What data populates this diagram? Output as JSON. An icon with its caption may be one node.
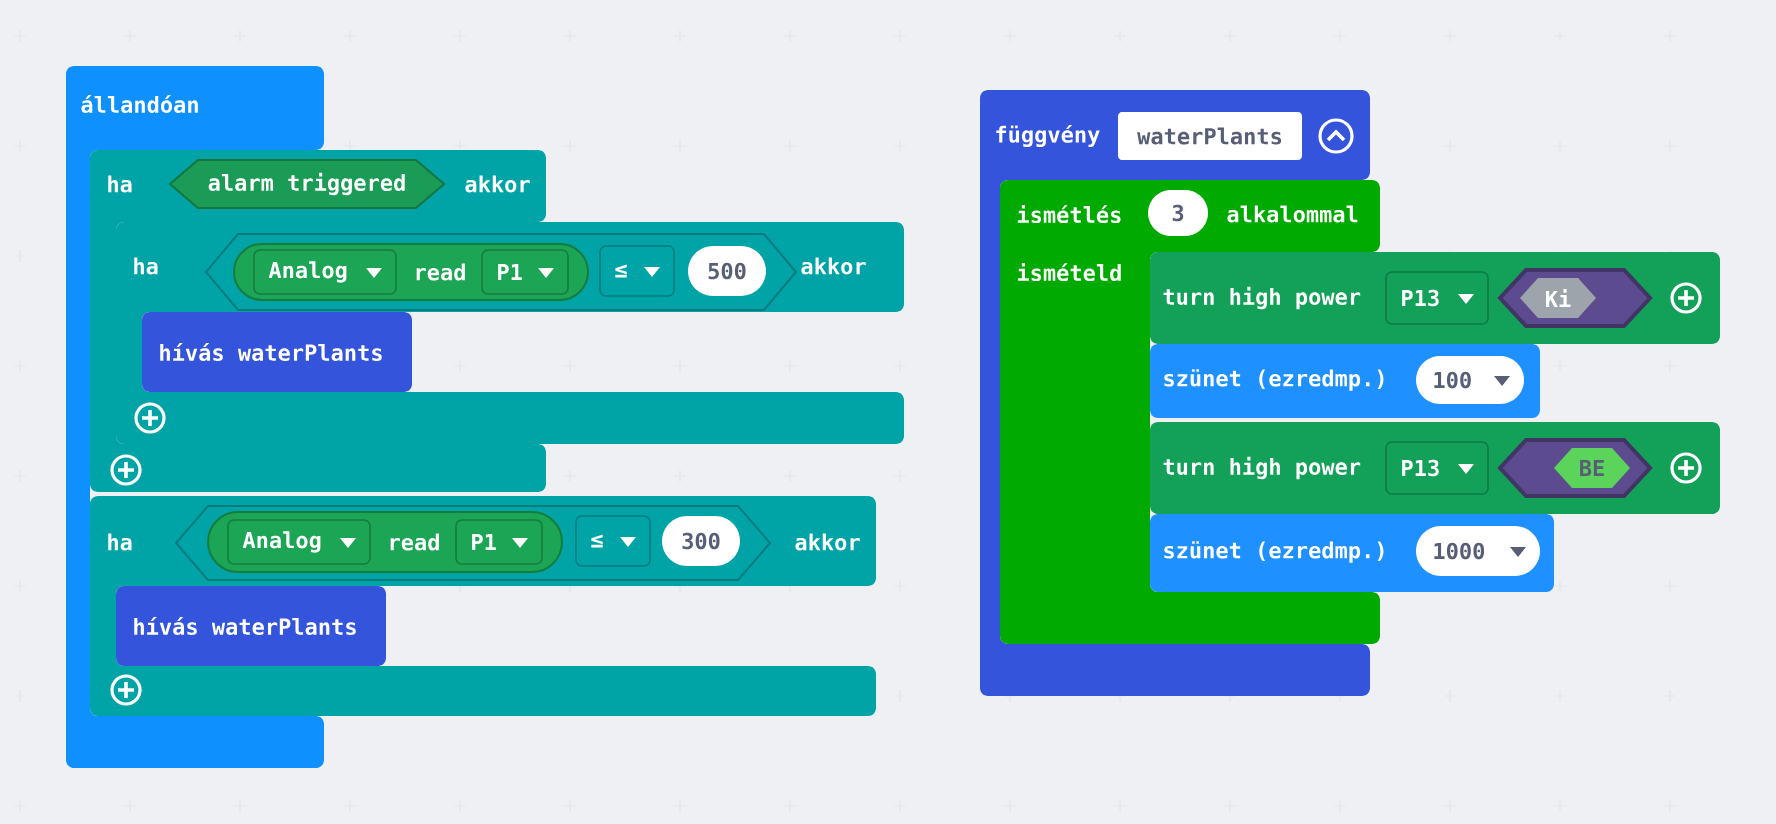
{
  "diagram": {
    "nodes": [
      {
        "text": [
          "állandóan"
        ]
      },
      {
        "text": [
          "ha",
          "akkor"
        ]
      },
      {
        "text": [
          "alarm triggered"
        ],
        "in": 1
      },
      {
        "text": [
          "ha",
          "akkor"
        ]
      },
      {
        "text": [
          "read"
        ],
        "in": 3
      },
      {
        "text": [
          "Analog"
        ],
        "in": 4
      },
      {
        "text": [
          "P1"
        ],
        "in": 4
      },
      {
        "text": [
          "≤"
        ],
        "in": 3
      },
      {
        "text": [
          "500"
        ],
        "in": 3
      },
      {
        "text": [
          "hívás waterPlants"
        ],
        "in": 3
      },
      {
        "text": [
          "ha",
          "akkor"
        ]
      },
      {
        "text": [
          "read"
        ],
        "in": 10
      },
      {
        "text": [
          "Analog"
        ],
        "in": 11
      },
      {
        "text": [
          "P1"
        ],
        "in": 11
      },
      {
        "text": [
          "≤"
        ],
        "in": 10
      },
      {
        "text": [
          "300"
        ],
        "in": 10
      },
      {
        "text": [
          "hívás waterPlants"
        ],
        "in": 10
      },
      {
        "text": [
          "függvény"
        ]
      },
      {
        "text": [
          "waterPlants"
        ],
        "in": 17
      },
      {
        "text": [
          "ismétlés",
          "alkalommal",
          "ismételd"
        ],
        "in": 17
      },
      {
        "text": [
          "3"
        ],
        "in": 19
      },
      {
        "text": [
          "turn high power"
        ]
      },
      {
        "text": [
          "P13"
        ],
        "in": 21
      },
      {
        "text": [
          "Ki"
        ],
        "in": 21
      },
      {
        "text": [
          "szünet (ezredmp.)"
        ]
      },
      {
        "text": [
          "100"
        ],
        "in": 24
      },
      {
        "text": [
          "turn high power"
        ]
      },
      {
        "text": [
          "P13"
        ],
        "in": 26
      },
      {
        "text": [
          "BE"
        ],
        "in": 26
      },
      {
        "text": [
          "szünet (ezredmp.)"
        ]
      },
      {
        "text": [
          "1000"
        ],
        "in": 29
      }
    ]
  }
}
